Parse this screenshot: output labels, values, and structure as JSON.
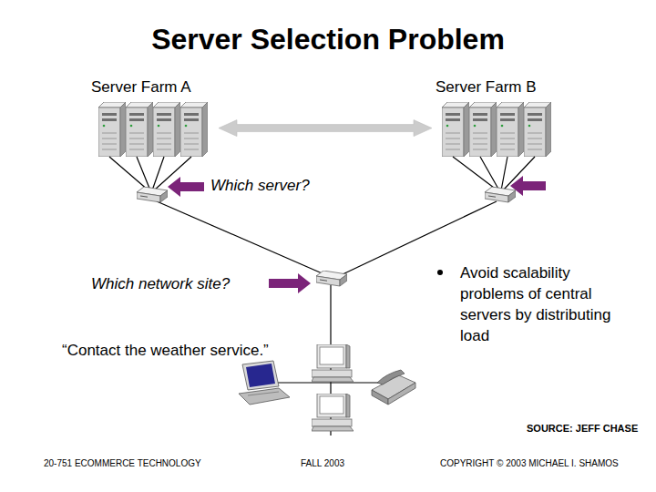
{
  "diagram": {
    "title": "Server Selection Problem",
    "nodes": [
      {
        "text": [
          "Server Farm A"
        ]
      },
      {
        "text": [
          "Server Farm B"
        ]
      }
    ],
    "edges": [
      {
        "from": 0,
        "to": 1,
        "arrow": "both"
      }
    ],
    "labels": [
      "Which server?",
      "Which network site?",
      "“Contact the weather service.”",
      "Avoid scalability problems of central servers by distributing load",
      "SOURCE: JEFF CHASE",
      "20-751 ECOMMERCE TECHNOLOGY",
      "FALL 2003",
      "COPYRIGHT © 2003 MICHAEL I. SHAMOS"
    ]
  }
}
